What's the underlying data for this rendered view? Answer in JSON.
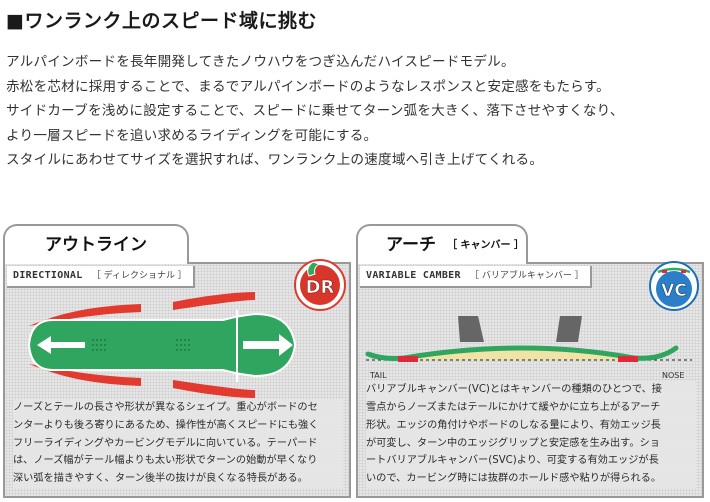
{
  "header": {
    "title": "■ワンランク上のスピード域に挑む"
  },
  "intro": {
    "lines": [
      "アルパインボードを長年開発してきたノウハウをつぎ込んだハイスピードモデル。",
      "赤松を芯材に採用することで、まるでアルパインボードのようなレスポンスと安定感をもたらす。",
      "サイドカーブを浅めに設定することで、スピードに乗せてターン弧を大きく、落下させやすくなり、",
      "より一層スピードを追い求めるライディングを可能にする。",
      "スタイルにあわせてサイズを選択すれば、ワンランク上の速度域へ引き上げてくれる。"
    ]
  },
  "outline": {
    "tab_title": "アウトライン",
    "label_en": "DIRECTIONAL",
    "label_jp": "［ ディレクショナル ］",
    "badge_text": "DR",
    "badge_colors": {
      "ring": "#e03a2f",
      "fill": "#d8362b",
      "board": "#2eaa5c"
    },
    "board_color": "#2fa55f",
    "arrow_color": "#e23a2e",
    "desc": [
      "ノーズとテールの長さや形状が異なるシェイプ。重心がボードのセ",
      "ンターよりも後ろ寄りにあるため、操作性が高くスピードにも強く",
      "フリーライディングやカービングモデルに向いている。テーパード",
      "は、ノーズ幅がテール幅よりも太い形状でターンの始動が早くなり",
      "深い弧を描きやすく、ターン後半の抜けが良くなる特長がある。"
    ]
  },
  "camber": {
    "tab_title": "アーチ",
    "tab_sub": "［ キャンバー ］",
    "label_en": "VARIABLE CAMBER",
    "label_jp": "［ バリアブルキャンバー ］",
    "badge_text": "VC",
    "badge_colors": {
      "ring": "#1a6fb8",
      "fill": "#2a7fc8"
    },
    "tail_label": "TAIL",
    "nose_label": "NOSE",
    "board_color": "#2fa55f",
    "edge_color": "#e02a3a",
    "shade_color": "#efe3a6",
    "desc": [
      "バリアブルキャンバー(VC)とはキャンバーの種類のひとつで、接",
      "雪点からノーズまたはテールにかけて緩やかに立ち上がるアーチ",
      "形状。エッジの角付けやボードのしなる量により、有効エッジ長",
      "が可変し、ターン中のエッジグリップと安定感を生み出す。ショ",
      "ートバリアブルキャンバー(SVC)より、可変する有効エッジが長",
      "いので、カービング時には抜群のホールド感や粘りが得られる。"
    ]
  }
}
